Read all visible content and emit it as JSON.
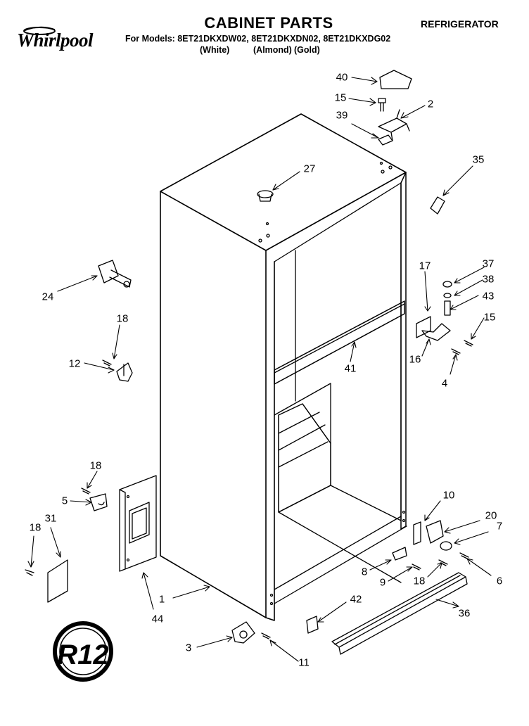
{
  "header": {
    "brand": "Whirlpool",
    "title": "CABINET PARTS",
    "subtitle": "REFRIGERATOR",
    "models": "For Models: 8ET21DKXDW02, 8ET21DKXDN02, 8ET21DKXDG02",
    "colors": [
      "(White)",
      "(Almond)",
      "(Gold)"
    ]
  },
  "callouts": {
    "n1": "1",
    "n2": "2",
    "n3": "3",
    "n4": "4",
    "n5": "5",
    "n6": "6",
    "n7": "7",
    "n8": "8",
    "n9": "9",
    "n10": "10",
    "n11": "11",
    "n12": "12",
    "n15a": "15",
    "n15b": "15",
    "n16": "16",
    "n17": "17",
    "n18a": "18",
    "n18b": "18",
    "n18c": "18",
    "n18d": "18",
    "n20": "20",
    "n24": "24",
    "n27": "27",
    "n31": "31",
    "n35": "35",
    "n36": "36",
    "n37": "37",
    "n38": "38",
    "n39": "39",
    "n40": "40",
    "n41": "41",
    "n42": "42",
    "n43": "43",
    "n44": "44"
  },
  "badge": {
    "text": "R12"
  }
}
